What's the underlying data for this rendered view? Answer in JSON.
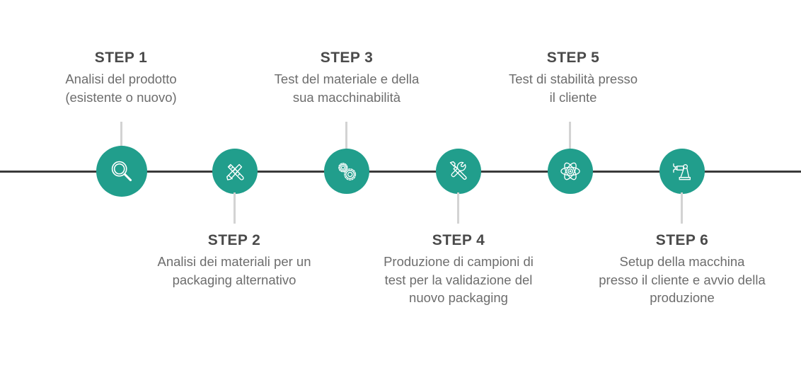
{
  "graphic": {
    "type": "process-timeline",
    "orientation": "horizontal",
    "step_count": 6,
    "colors": {
      "node_fill": "#219e8c",
      "icon_stroke": "#ffffff",
      "axis_line": "#3a3a3a",
      "stem_line": "#d3d3d3",
      "title_text": "#4a4a4a",
      "body_text": "#6d6d6d",
      "background": "#ffffff"
    }
  },
  "steps": [
    {
      "title": "STEP 1",
      "description": "Analisi del prodotto\n(esistente o nuovo)",
      "icon": "magnifier-icon",
      "position": "above"
    },
    {
      "title": "STEP 2",
      "description": "Analisi dei materiali per un\npackaging alternativo",
      "icon": "pencil-ruler-icon",
      "position": "below"
    },
    {
      "title": "STEP 3",
      "description": "Test del materiale e della\nsua macchinabilità",
      "icon": "gears-icon",
      "position": "above"
    },
    {
      "title": "STEP 4",
      "description": "Produzione di campioni di\ntest per la validazione del\nnuovo packaging",
      "icon": "wrench-screwdriver-icon",
      "position": "below"
    },
    {
      "title": "STEP 5",
      "description": "Test di stabilità presso\nil cliente",
      "icon": "atom-icon",
      "position": "above"
    },
    {
      "title": "STEP 6",
      "description": "Setup della macchina\npresso il cliente e avvio della\nproduzione",
      "icon": "robot-arm-icon",
      "position": "below"
    }
  ]
}
